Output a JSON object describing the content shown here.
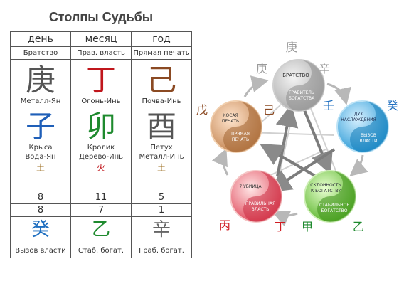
{
  "title": "Столпы Судьбы",
  "headers": [
    "день",
    "месяц",
    "год"
  ],
  "stars_top": [
    "Братство",
    "Прав. власть",
    "Прямая печать"
  ],
  "stems": [
    {
      "char": "庚",
      "label": "Металл-Ян",
      "color": "#555555"
    },
    {
      "char": "丁",
      "label": "Огонь-Инь",
      "color": "#c0161c"
    },
    {
      "char": "己",
      "label": "Почва-Инь",
      "color": "#8b4a23"
    }
  ],
  "branches": [
    {
      "char": "子",
      "label1": "Крыса",
      "label2": "Вода-Ян",
      "color": "#1f5fb8",
      "hidden": "土",
      "hidden_color": "#9b6b1c"
    },
    {
      "char": "卯",
      "label1": "Кролик",
      "label2": "Дерево-Инь",
      "color": "#1e8a2e",
      "hidden": "火",
      "hidden_color": "#c0161c"
    },
    {
      "char": "酉",
      "label1": "Петух",
      "label2": "Металл-Инь",
      "color": "#555555",
      "hidden": "土",
      "hidden_color": "#9b6b1c"
    }
  ],
  "numbers1": [
    "8",
    "11",
    "5"
  ],
  "numbers2": [
    "8",
    "7",
    "1"
  ],
  "bottom_stems": [
    {
      "char": "癸",
      "color": "#1f6fc0"
    },
    {
      "char": "乙",
      "color": "#1e8a2e"
    },
    {
      "char": "辛",
      "color": "#666666"
    }
  ],
  "stars_bottom": [
    "Вызов власти",
    "Стаб. богат.",
    "Граб. богат."
  ],
  "wheel": {
    "metal": {
      "top": "БРАТСТВО",
      "bottom": "ГРАБИТЕЛЬ БОГАТСТВА",
      "chars": [
        "庚",
        "庚",
        "辛"
      ]
    },
    "water": {
      "top": "ДУХ НАСЛАЖДЕНИЯ",
      "bottom": "ВЫЗОВ ВЛАСТИ",
      "chars": [
        "壬",
        "癸"
      ]
    },
    "wood": {
      "top": "СКЛОННОСТЬ К БОГАТСТВУ",
      "bottom": "СТАБИЛЬНОЕ БОГАТСТВО",
      "chars": [
        "甲",
        "乙"
      ]
    },
    "fire": {
      "top": "7 УБИЙЦА",
      "bottom": "ПРАВИЛЬНАЯ ВЛАСТЬ",
      "chars": [
        "丙",
        "丁"
      ]
    },
    "earth": {
      "top": "КОСАЯ ПЕЧАТЬ",
      "bottom": "ПРЯМАЯ ПЕЧАТЬ",
      "chars": [
        "戊",
        "己"
      ]
    }
  }
}
